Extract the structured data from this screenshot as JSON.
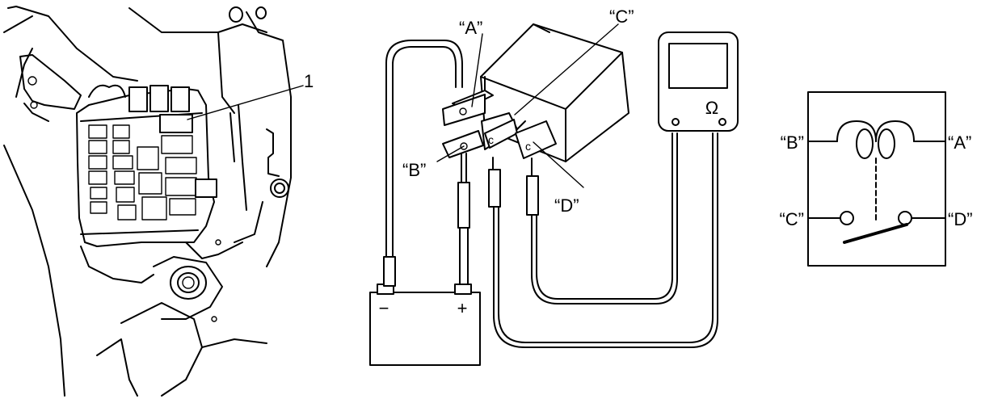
{
  "callouts": {
    "item_1": "1"
  },
  "relay_test": {
    "terminal_a": "“A”",
    "terminal_b": "“B”",
    "terminal_c": "“C”",
    "terminal_d": "“D”",
    "battery_negative": "−",
    "battery_positive": "+",
    "ohmmeter_symbol": "Ω"
  },
  "schematic": {
    "terminal_a": "“A”",
    "terminal_b": "“B”",
    "terminal_c": "“C”",
    "terminal_d": "“D”"
  }
}
